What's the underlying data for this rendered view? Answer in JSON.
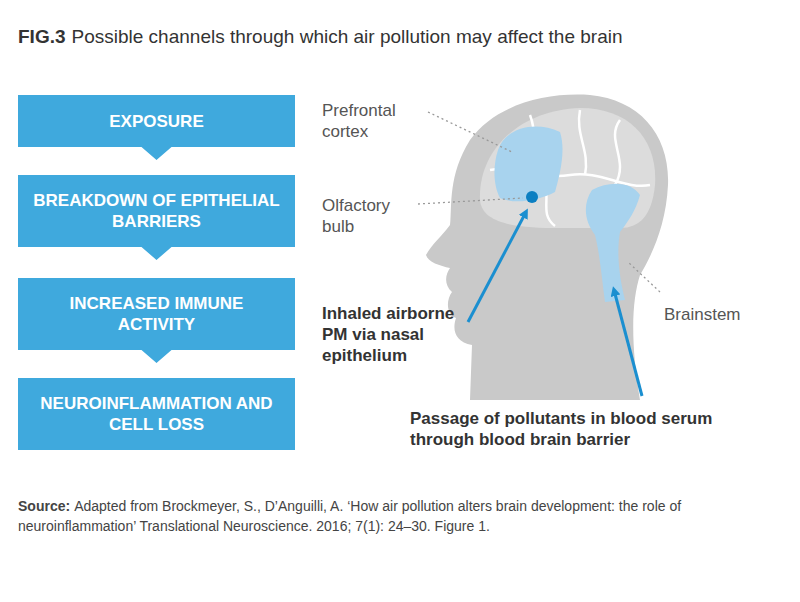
{
  "diagram": {
    "title": "Possible channels through which air pollution may affect the brain",
    "caption": "Adapted from Brockmeyer, S., D’Anguilli, A. ‘How air pollution alters brain development: the role of neuroinflammation’ Translational Neuroscience. 2016; 7(1): 24–30. Figure 1.",
    "nodes": [
      {
        "text": [
          "EXPOSURE"
        ]
      },
      {
        "text": [
          "BREAKDOWN OF EPITHELIAL BARRIERS"
        ]
      },
      {
        "text": [
          "INCREASED IMMUNE ACTIVITY"
        ]
      },
      {
        "text": [
          "NEUROINFLAMMATION AND CELL LOSS"
        ]
      }
    ],
    "labels": [
      "FIG.3",
      "Prefrontal cortex",
      "Olfactory bulb",
      "Brainstem",
      "Inhaled airborne PM via nasal epithelium",
      "Passage of pollutants in blood serum through blood brain barrier",
      "Source:"
    ]
  }
}
